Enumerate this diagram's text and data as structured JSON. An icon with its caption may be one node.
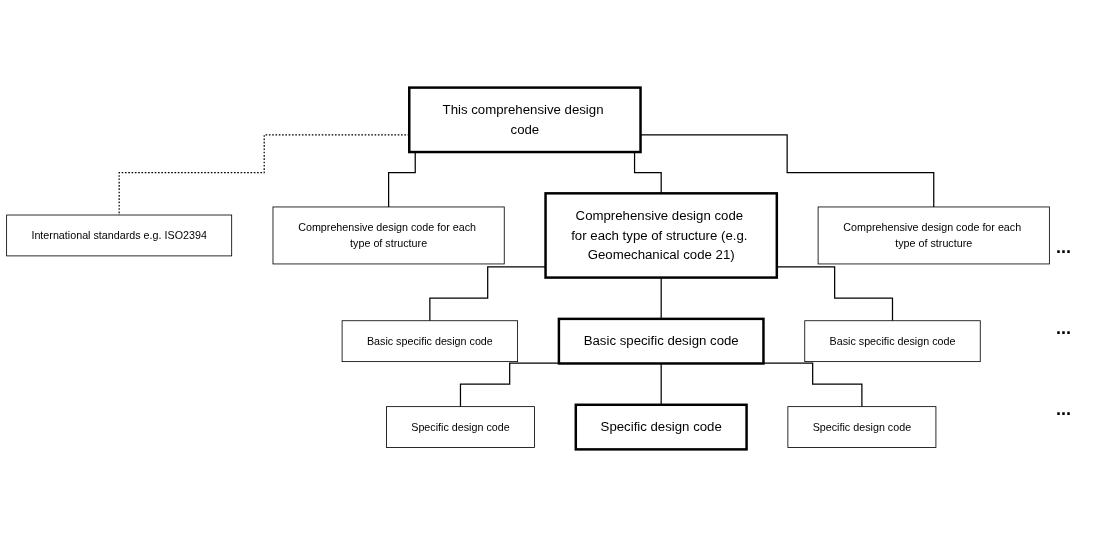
{
  "diagram": {
    "nodes": [
      {
        "text": [
          "This comprehensive design code"
        ]
      },
      {
        "text": [
          "International standards e.g. ISO2394"
        ]
      },
      {
        "text": [
          "Comprehensive design code for each type of structure"
        ]
      },
      {
        "text": [
          "Comprehensive design code for each type of structure (e.g. Geomechanical code 21)"
        ]
      },
      {
        "text": [
          "Comprehensive design code for each type of structure"
        ]
      },
      {
        "text": [
          "Basic specific design code"
        ]
      },
      {
        "text": [
          "Basic specific design code"
        ]
      },
      {
        "text": [
          "Basic specific design code"
        ]
      },
      {
        "text": [
          "Specific design code"
        ]
      },
      {
        "text": [
          "Specific design code"
        ]
      },
      {
        "text": [
          "Specific design code"
        ]
      }
    ],
    "edges": [
      {
        "from": 0,
        "to": 1,
        "arrow": "none",
        "style": "dashed"
      },
      {
        "from": 0,
        "to": 2,
        "arrow": "none"
      },
      {
        "from": 0,
        "to": 3,
        "arrow": "none"
      },
      {
        "from": 0,
        "to": 4,
        "arrow": "none"
      },
      {
        "from": 3,
        "to": 5,
        "arrow": "none"
      },
      {
        "from": 3,
        "to": 6,
        "arrow": "none"
      },
      {
        "from": 3,
        "to": 7,
        "arrow": "none"
      },
      {
        "from": 6,
        "to": 8,
        "arrow": "none"
      },
      {
        "from": 6,
        "to": 9,
        "arrow": "none"
      },
      {
        "from": 6,
        "to": 10,
        "arrow": "none"
      }
    ],
    "labels": [
      "...",
      "...",
      "..."
    ]
  }
}
